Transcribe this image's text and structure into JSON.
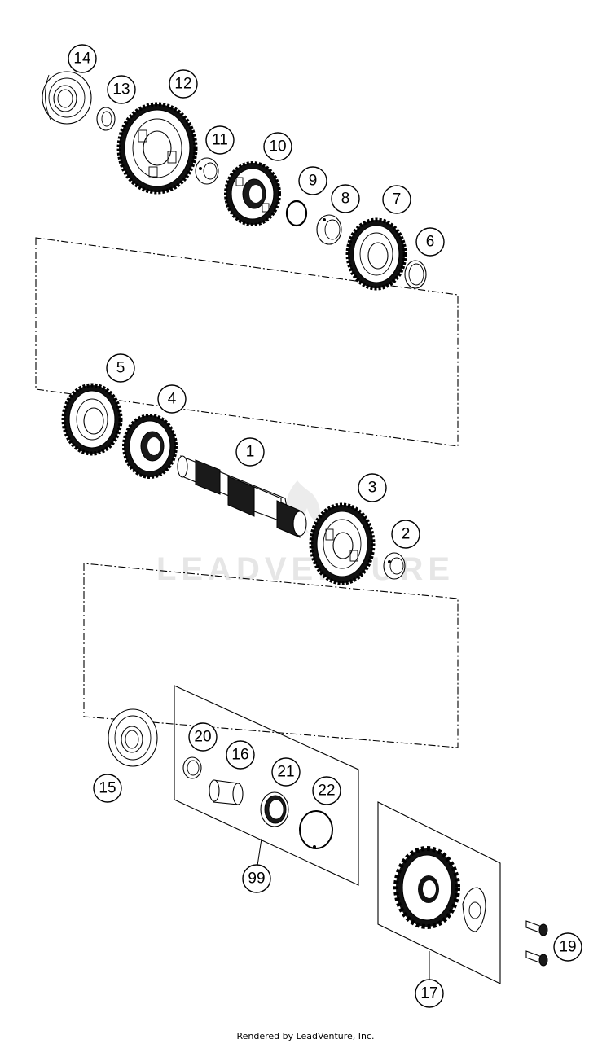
{
  "watermark": "LEADVENTURE",
  "footer": "Rendered by LeadVenture, Inc.",
  "callouts": [
    "14",
    "13",
    "12",
    "11",
    "10",
    "9",
    "8",
    "7",
    "6",
    "5",
    "4",
    "1",
    "3",
    "2",
    "20",
    "16",
    "21",
    "22",
    "15",
    "99",
    "19",
    "17"
  ]
}
